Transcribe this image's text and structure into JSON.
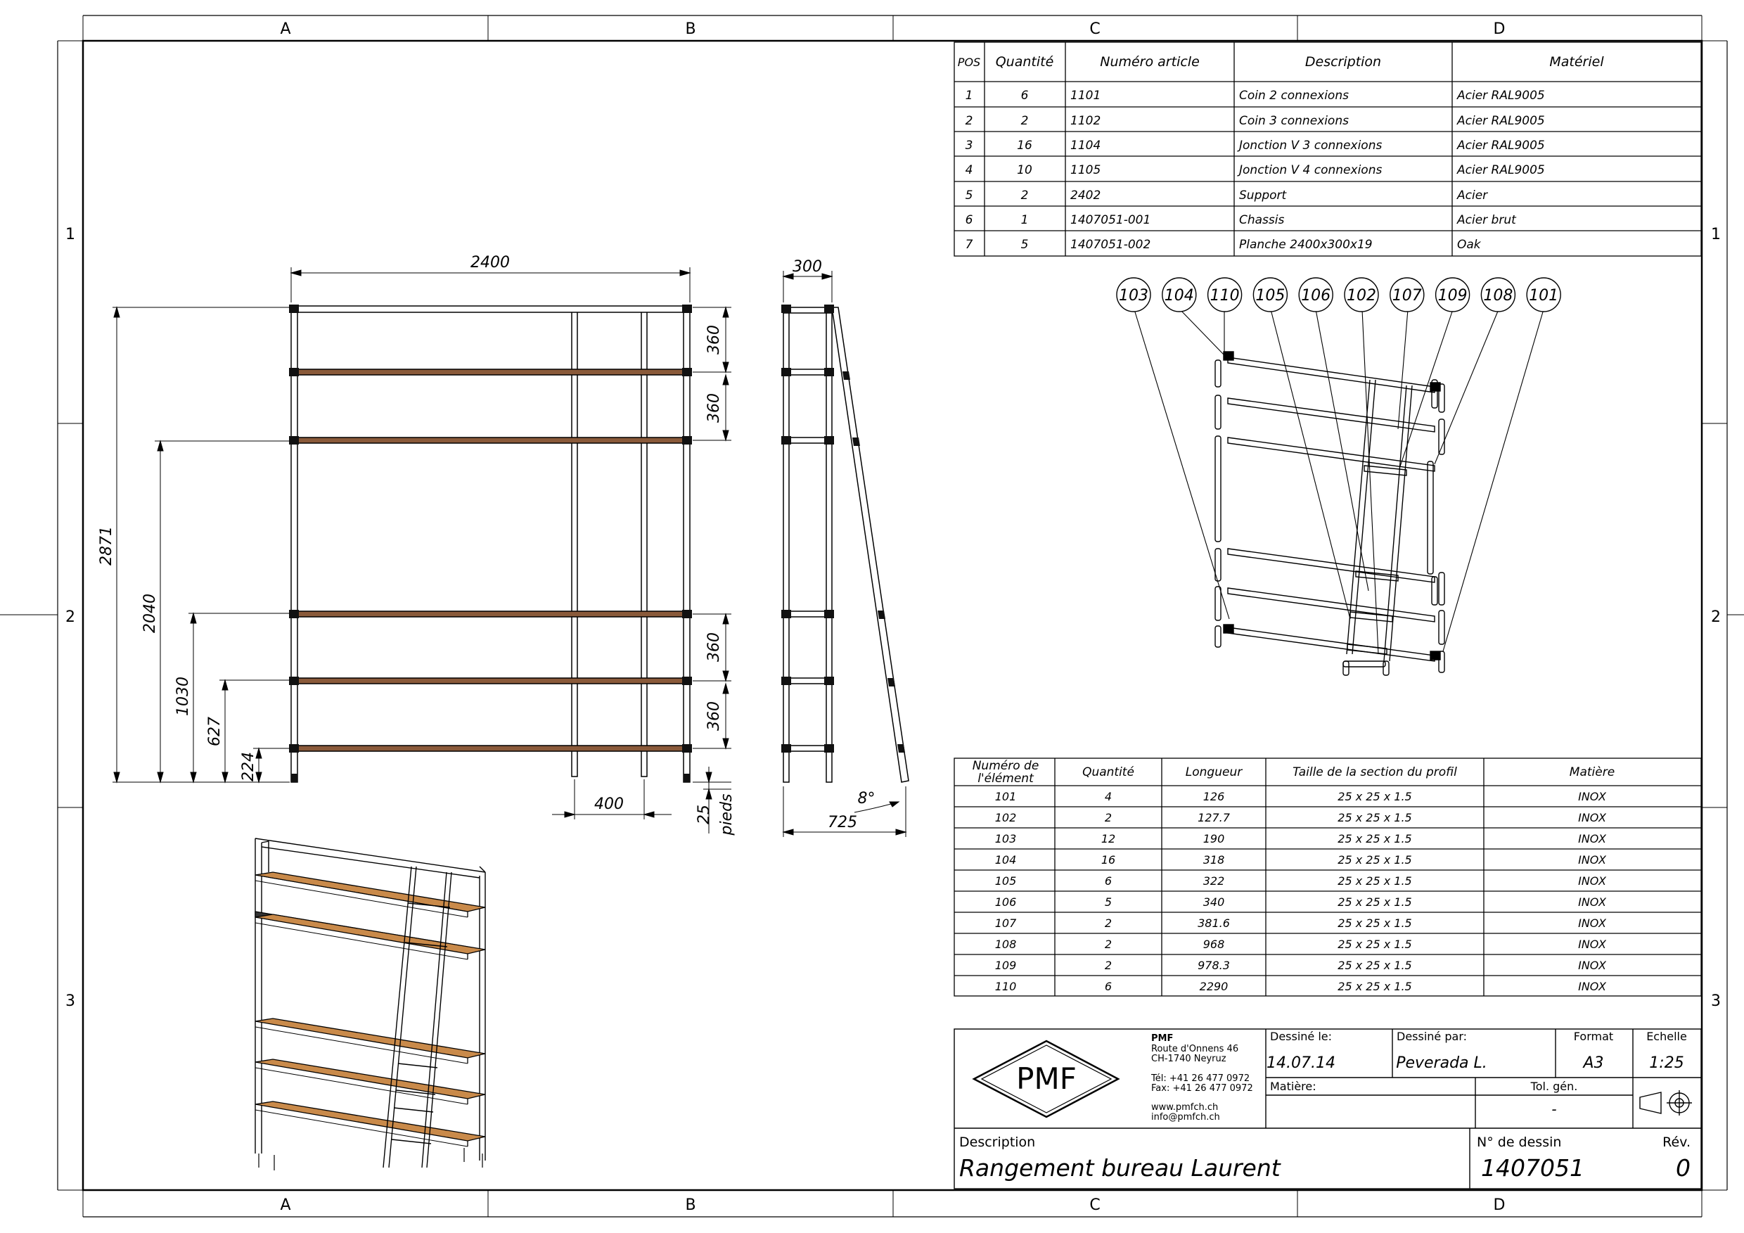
{
  "frame": {
    "columns": [
      "A",
      "B",
      "C",
      "D"
    ],
    "rows": [
      "1",
      "2",
      "3"
    ]
  },
  "bom": {
    "headers": [
      "POS",
      "Quantité",
      "Numéro article",
      "Description",
      "Matériel"
    ],
    "rows": [
      [
        "1",
        "6",
        "1101",
        "Coin 2 connexions",
        "Acier RAL9005"
      ],
      [
        "2",
        "2",
        "1102",
        "Coin 3 connexions",
        "Acier RAL9005"
      ],
      [
        "3",
        "16",
        "1104",
        "Jonction V 3 connexions",
        "Acier RAL9005"
      ],
      [
        "4",
        "10",
        "1105",
        "Jonction V 4 connexions",
        "Acier RAL9005"
      ],
      [
        "5",
        "2",
        "2402",
        "Support",
        "Acier"
      ],
      [
        "6",
        "1",
        "1407051-001",
        "Chassis",
        "Acier brut"
      ],
      [
        "7",
        "5",
        "1407051-002",
        "Planche 2400x300x19",
        "Oak"
      ]
    ]
  },
  "balloons": [
    "103",
    "104",
    "110",
    "105",
    "106",
    "102",
    "107",
    "109",
    "108",
    "101"
  ],
  "dimensions": {
    "width": "2400",
    "height_total": "2871",
    "h2040": "2040",
    "h1030": "1030",
    "h627": "627",
    "h224": "224",
    "shelf_360": "360",
    "ladder_400": "400",
    "feet_25": "25",
    "feet_label": "pieds",
    "depth_300": "300",
    "angle": "8°",
    "base_725": "725"
  },
  "profiles": {
    "headers": [
      "Numéro de",
      "l'élément",
      "Quantité",
      "Longueur",
      "Taille  de la section du profil",
      "Matière"
    ],
    "rows": [
      [
        "101",
        "4",
        "126",
        "25 x 25 x 1.5",
        "INOX"
      ],
      [
        "102",
        "2",
        "127.7",
        "25 x 25 x 1.5",
        "INOX"
      ],
      [
        "103",
        "12",
        "190",
        "25 x 25 x 1.5",
        "INOX"
      ],
      [
        "104",
        "16",
        "318",
        "25 x 25 x 1.5",
        "INOX"
      ],
      [
        "105",
        "6",
        "322",
        "25 x 25 x 1.5",
        "INOX"
      ],
      [
        "106",
        "5",
        "340",
        "25 x 25 x 1.5",
        "INOX"
      ],
      [
        "107",
        "2",
        "381.6",
        "25 x 25 x 1.5",
        "INOX"
      ],
      [
        "108",
        "2",
        "968",
        "25 x 25 x 1.5",
        "INOX"
      ],
      [
        "109",
        "2",
        "978.3",
        "25 x 25 x 1.5",
        "INOX"
      ],
      [
        "110",
        "6",
        "2290",
        "25 x 25 x 1.5",
        "INOX"
      ]
    ]
  },
  "titleblock": {
    "logo": "PMF",
    "company": "PMF",
    "address1": "Route d'Onnens 46",
    "address2": "CH-1740 Neyruz",
    "tel": "Tél:  +41 26 477 0972",
    "fax": "Fax: +41 26 477 0972",
    "web": "www.pmfch.ch",
    "mail": "info@pmfch.ch",
    "drawn_on_label": "Dessiné le:",
    "drawn_on": "14.07.14",
    "drawn_by_label": "Dessiné par:",
    "drawn_by": "Peverada L.",
    "format_label": "Format",
    "format": "A3",
    "scale_label": "Echelle",
    "scale": "1:25",
    "material_label": "Matière:",
    "tol_label": "Tol. gén.",
    "tol": "-",
    "desc_label": "Description",
    "desc": "Rangement bureau Laurent",
    "num_label": "N° de dessin",
    "num": "1407051",
    "rev_label": "Rév.",
    "rev": "0"
  }
}
